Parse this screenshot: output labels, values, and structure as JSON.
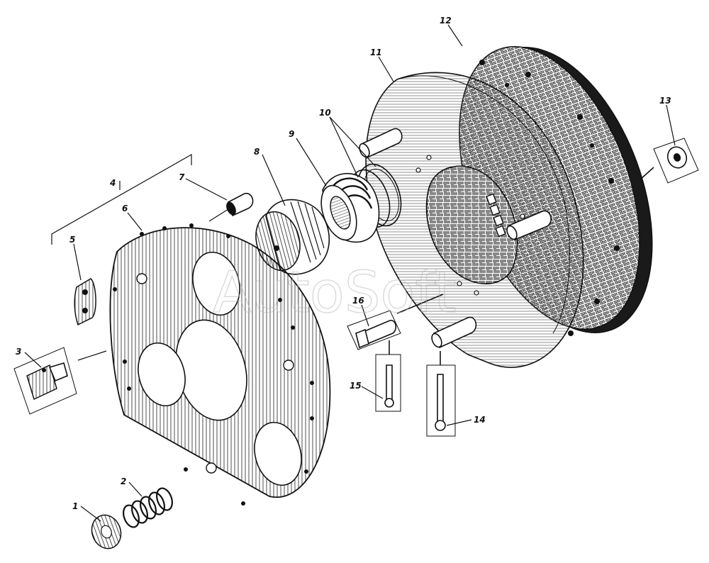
{
  "watermark": "AutoSoft",
  "callouts": [
    "1",
    "2",
    "3",
    "4",
    "5",
    "6",
    "7",
    "8",
    "9",
    "10",
    "11",
    "12",
    "13",
    "14",
    "15",
    "16"
  ],
  "colors": {
    "ink": "#111111",
    "paper": "#ffffff",
    "watermark": "#b8b8b8"
  }
}
